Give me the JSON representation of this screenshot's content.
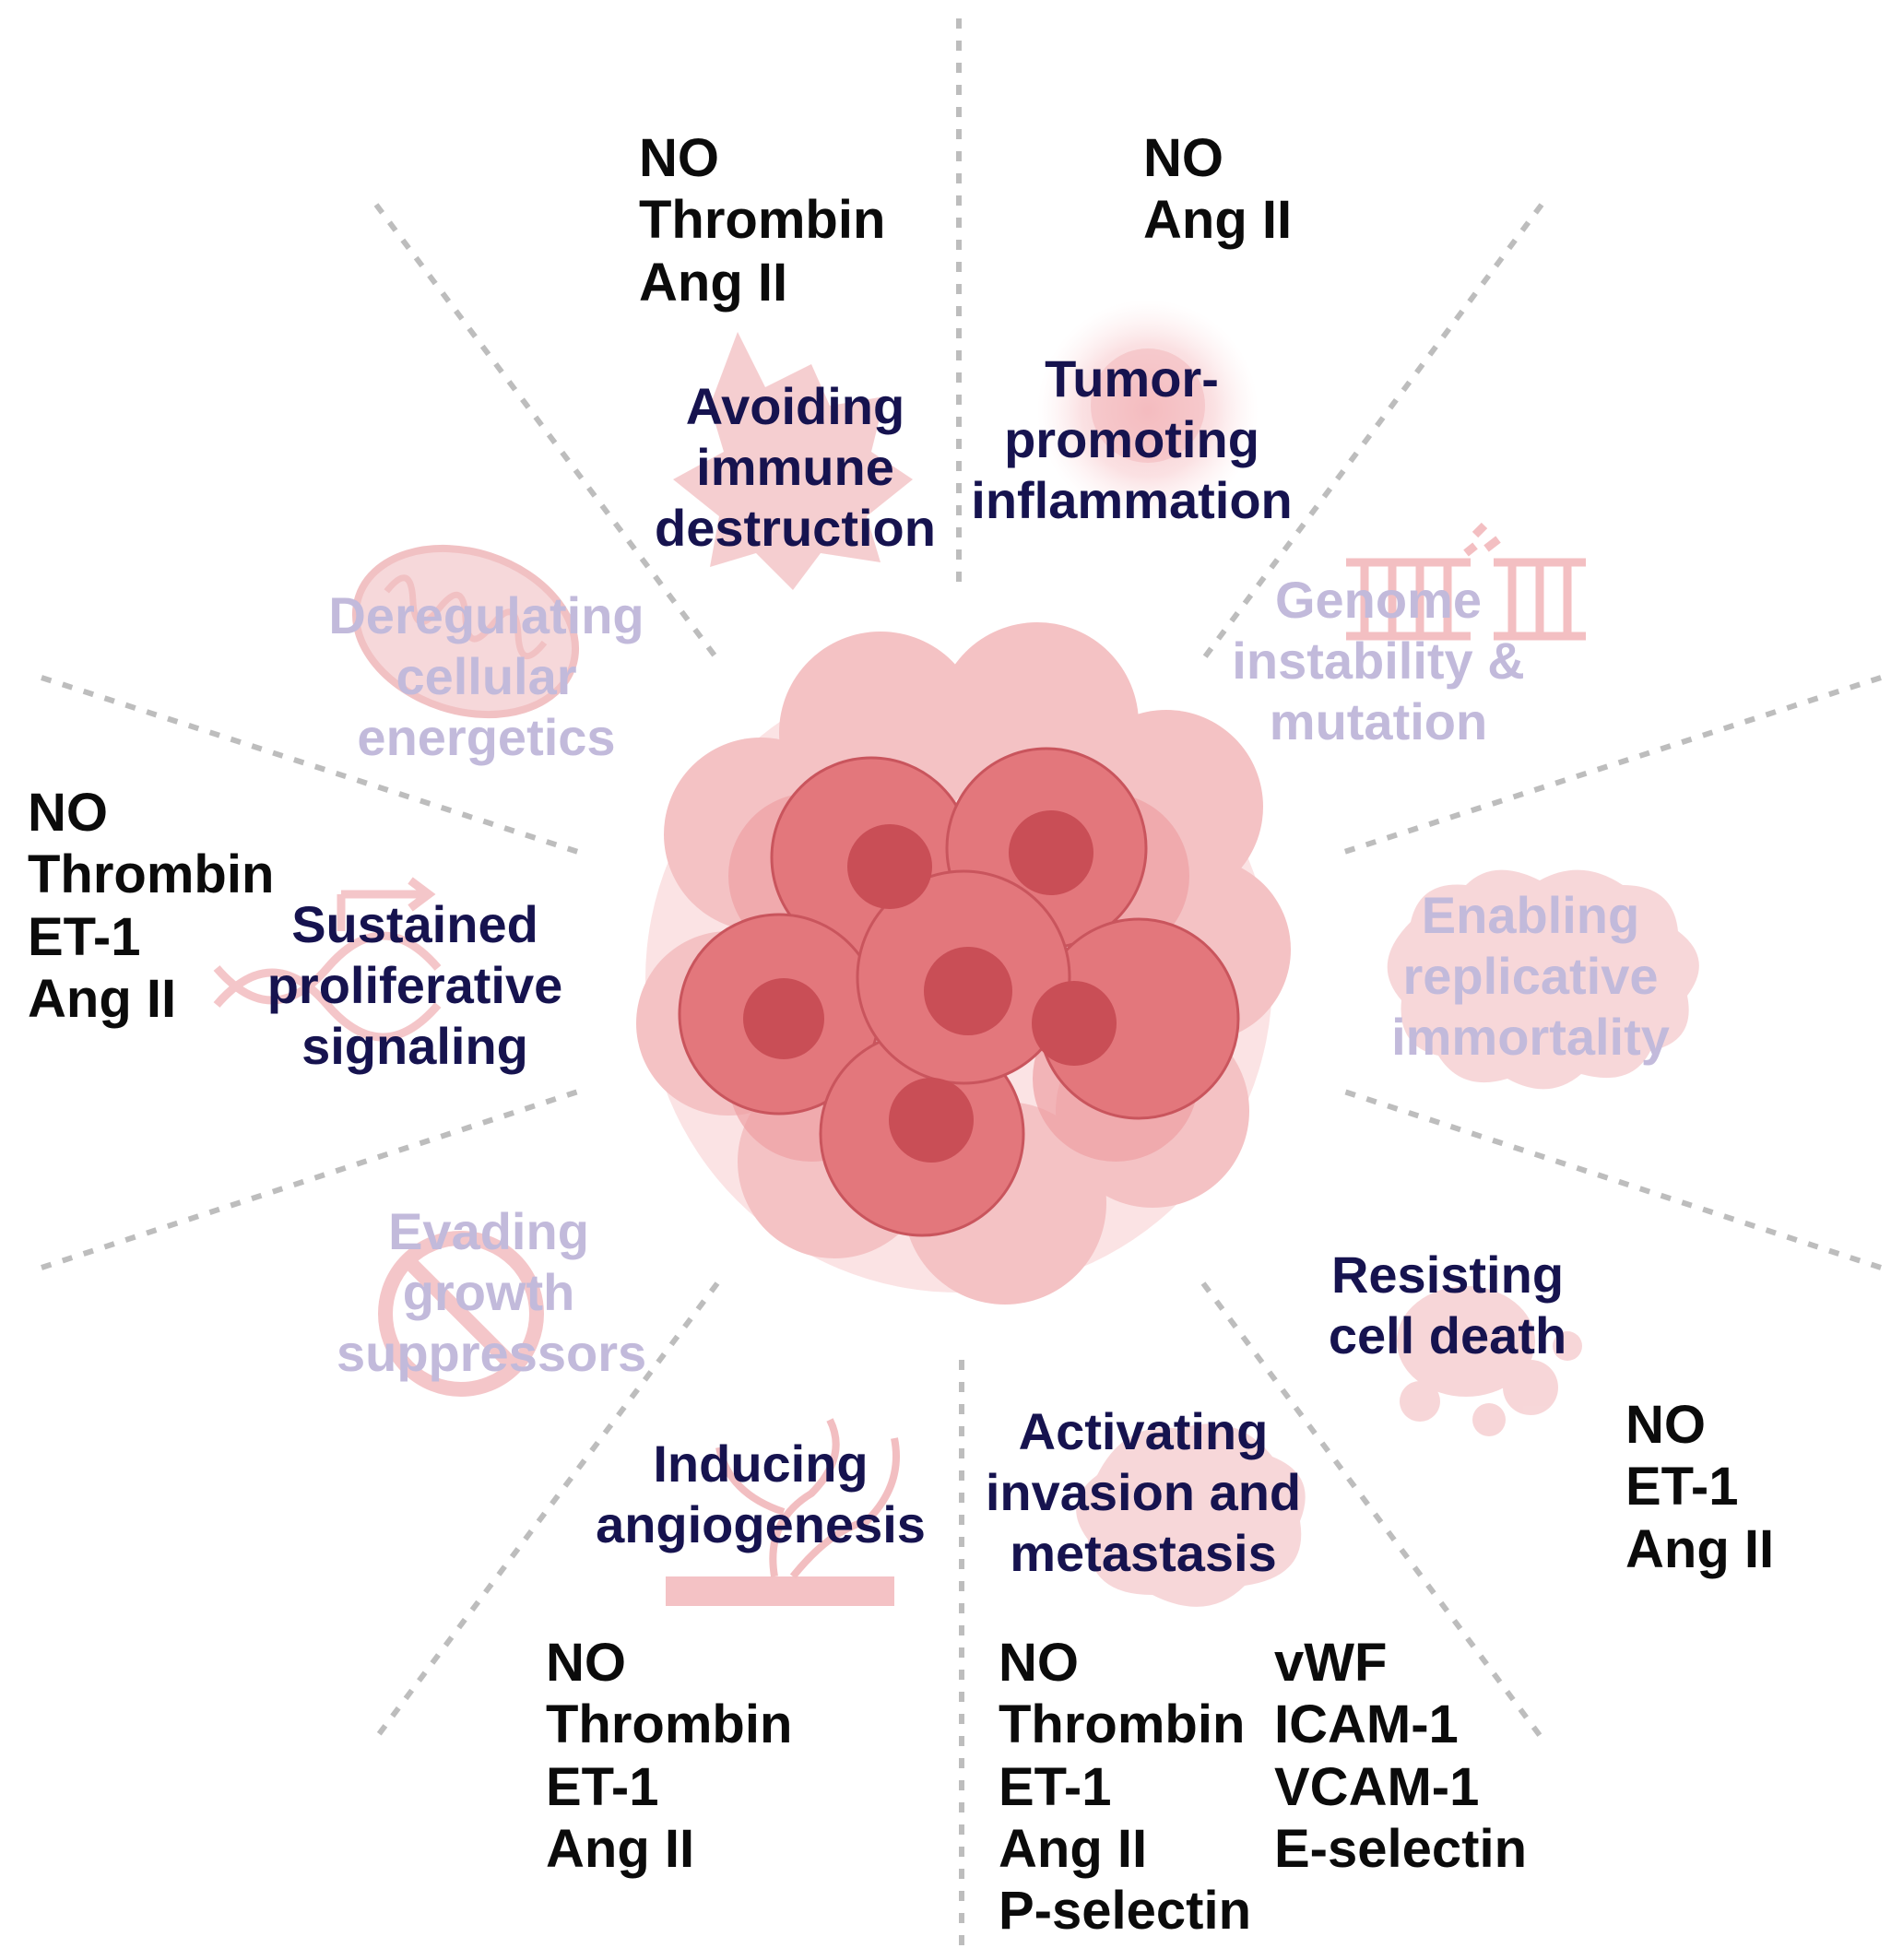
{
  "colors": {
    "active_label": "#16134f",
    "faded_label": "#c2badb",
    "mediator_text": "#0b0b0b",
    "divider": "#bdbdbd",
    "cell_fill": "#e3777c",
    "cell_outer": "#f4c2c4",
    "nucleus": "#c94e56",
    "icon_pink": "#f3c6c8"
  },
  "center_icon": "tumor-cell-cluster",
  "hallmarks": [
    {
      "id": "avoiding-immune-destruction",
      "lines": [
        "Avoiding",
        "immune",
        "destruction"
      ],
      "active": true,
      "icon": "immune-cell-icon"
    },
    {
      "id": "tumor-promoting-inflammation",
      "lines": [
        "Tumor-",
        "promoting",
        "inflammation"
      ],
      "active": true,
      "icon": "inflammation-glow-icon"
    },
    {
      "id": "genome-instability-mutation",
      "lines": [
        "Genome",
        "instability &",
        "mutation"
      ],
      "active": false,
      "icon": "dna-ladder-icon"
    },
    {
      "id": "enabling-replicative-immortality",
      "lines": [
        "Enabling",
        "replicative",
        "immortality"
      ],
      "active": false,
      "icon": "chromosome-cloud-icon"
    },
    {
      "id": "resisting-cell-death",
      "lines": [
        "Resisting",
        "cell death"
      ],
      "active": true,
      "icon": "apoptotic-cell-icon"
    },
    {
      "id": "activating-invasion-metastasis",
      "lines": [
        "Activating",
        "invasion and",
        "metastasis"
      ],
      "active": true,
      "icon": "migrating-cell-icon"
    },
    {
      "id": "inducing-angiogenesis",
      "lines": [
        "Inducing",
        "angiogenesis"
      ],
      "active": true,
      "icon": "blood-vessel-icon"
    },
    {
      "id": "evading-growth-suppressors",
      "lines": [
        "Evading",
        "growth",
        "suppressors"
      ],
      "active": false,
      "icon": "prohibited-icon"
    },
    {
      "id": "sustained-proliferative-signaling",
      "lines": [
        "Sustained",
        "proliferative",
        "signaling"
      ],
      "active": true,
      "icon": "dna-arrow-icon"
    },
    {
      "id": "deregulating-cellular-energetics",
      "lines": [
        "Deregulating",
        "cellular",
        "energetics"
      ],
      "active": false,
      "icon": "mitochondrion-icon"
    }
  ],
  "mediators": {
    "avoiding_immune_destruction": [
      "NO",
      "Thrombin",
      "Ang II"
    ],
    "tumor_promoting_inflammation": [
      "NO",
      "Ang II"
    ],
    "sustained_proliferative_signaling": [
      "NO",
      "Thrombin",
      "ET-1",
      "Ang II"
    ],
    "resisting_cell_death": [
      "NO",
      "ET-1",
      "Ang II"
    ],
    "inducing_angiogenesis": [
      "NO",
      "Thrombin",
      "ET-1",
      "Ang II"
    ],
    "activating_invasion_col1": [
      "NO",
      "Thrombin",
      "ET-1",
      "Ang II",
      "P-selectin"
    ],
    "activating_invasion_col2": [
      "vWF",
      "ICAM-1",
      "VCAM-1",
      "E-selectin"
    ]
  }
}
